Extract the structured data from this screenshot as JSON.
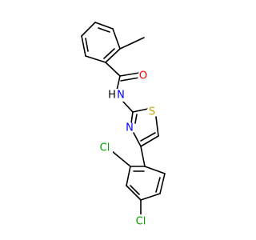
{
  "colors": {
    "background": "#ffffff",
    "bond": "#000000",
    "oxygen": "#ff0000",
    "nitrogen": "#0000ff",
    "sulfur": "#c8a200",
    "chlorine": "#00a000",
    "hydrogen": "#000000"
  },
  "atoms": {
    "oxygen": "O",
    "amide_nh": "N",
    "amide_h": "H",
    "thiazole_n": "N",
    "thiazole_s": "S",
    "chlorine_ortho": "Cl",
    "chlorine_para": "Cl"
  }
}
